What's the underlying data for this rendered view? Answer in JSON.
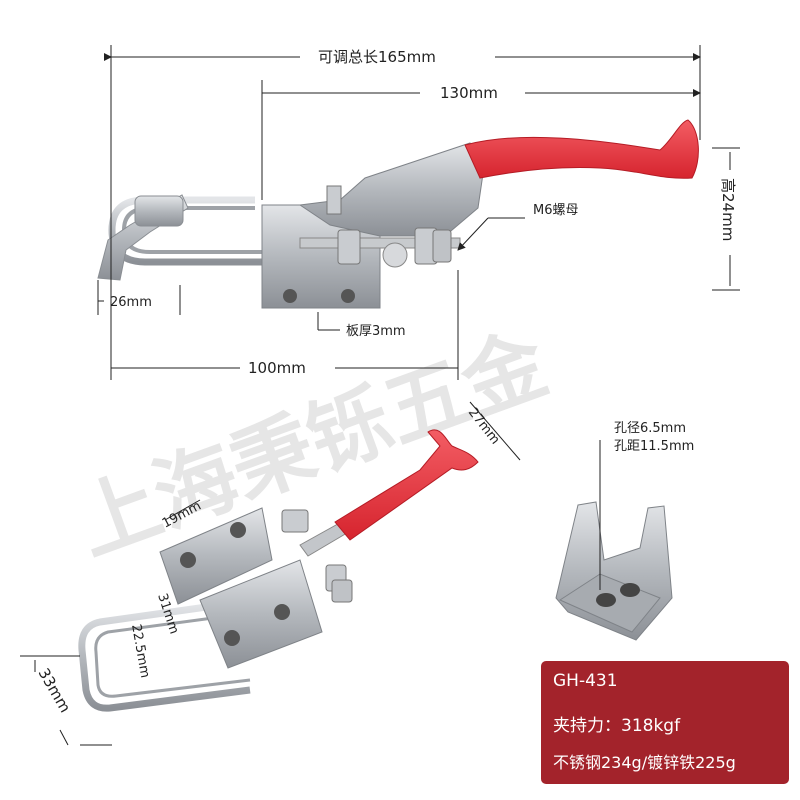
{
  "watermark": "上海秉铄五金",
  "dimensions": {
    "adjustable_total_length": "可调总长165mm",
    "length_130": "130mm",
    "height_24": "高24mm",
    "nut_label": "M6螺母",
    "width_26": "26mm",
    "plate_thickness": "板厚3mm",
    "length_100": "100mm",
    "dim_27": "27mm",
    "dim_19": "19mm",
    "dim_31": "31mm",
    "dim_22_5": "22.5mm",
    "dim_33": "33mm",
    "hole_diameter": "孔径6.5mm",
    "hole_spacing": "孔距11.5mm"
  },
  "spec": {
    "model": "GH-431",
    "clamping_force": "夹持力：318kgf",
    "weight": "不锈钢234g/镀锌铁225g"
  },
  "colors": {
    "handle_red": "#e8323c",
    "steel": "#b9bcc0",
    "spec_box": "#a3232b"
  }
}
